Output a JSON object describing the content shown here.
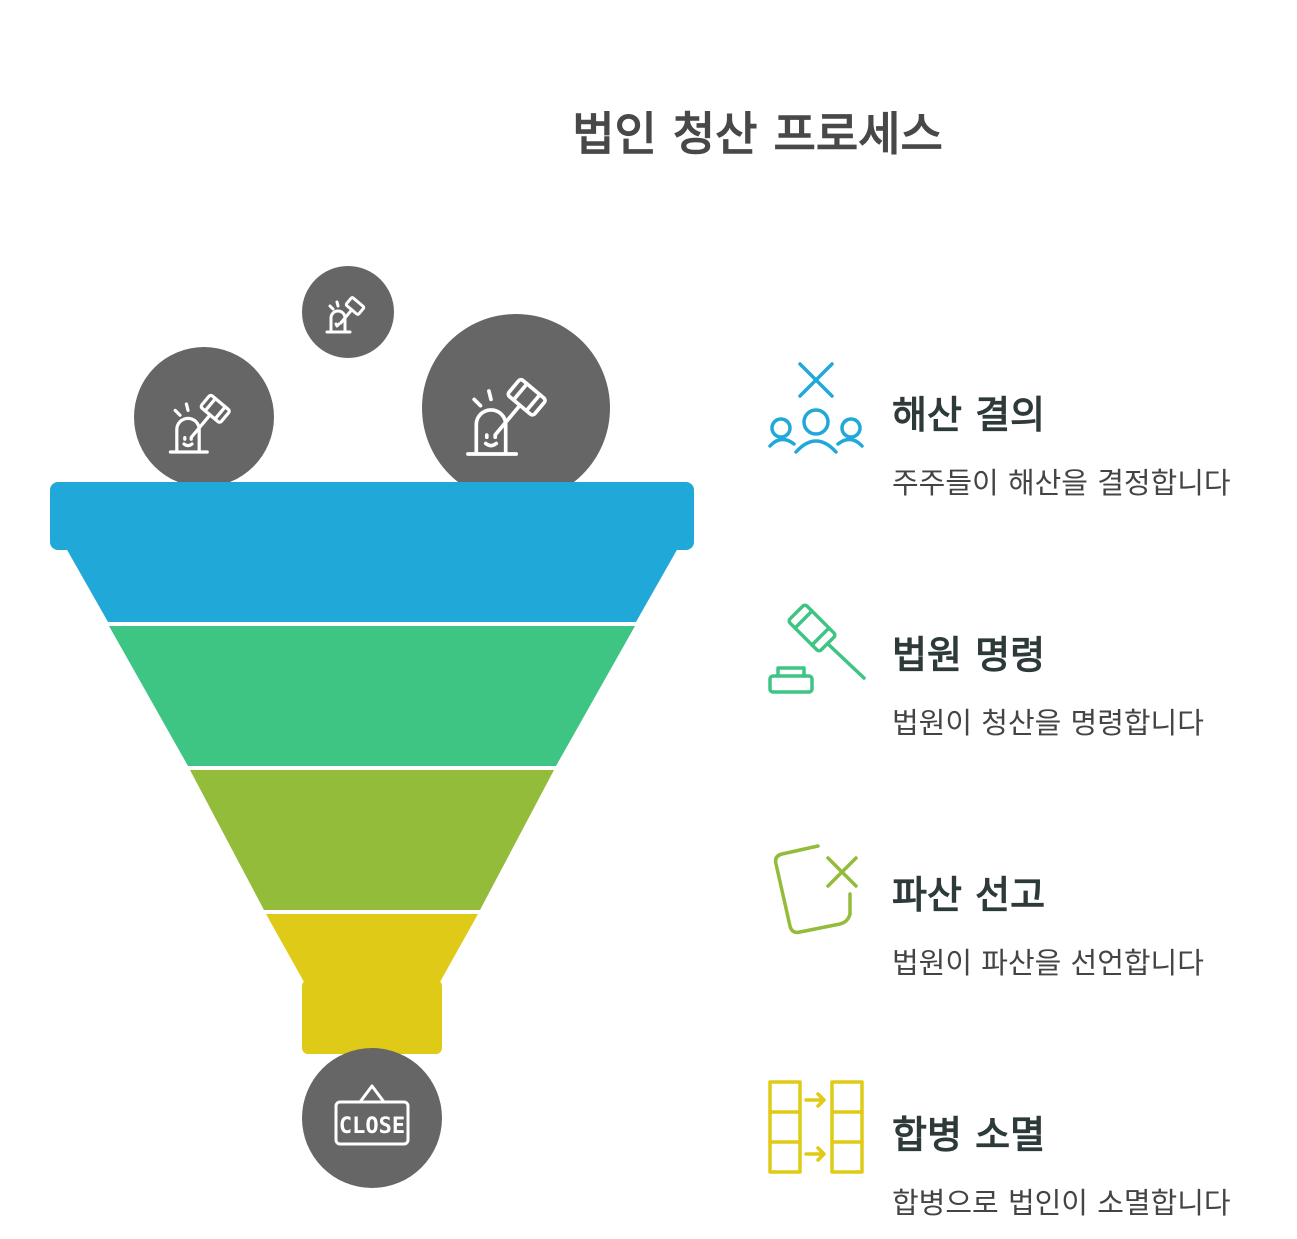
{
  "title": "법인 청산 프로세스",
  "colors": {
    "level1": "#20A8D8",
    "level2": "#3EC583",
    "level3": "#93BC3A",
    "level4": "#DFCB17",
    "circle": "#666666"
  },
  "funnel_icons": [
    "gavel-siren-icon",
    "gavel-siren-icon",
    "gavel-siren-icon"
  ],
  "bottom_icon": {
    "name": "close-sign-icon",
    "text": "CLOSE"
  },
  "steps": [
    {
      "icon": "people-cross-icon",
      "title": "해산 결의",
      "description": "주주들이 해산을 결정합니다",
      "color": "#20A8D8"
    },
    {
      "icon": "gavel-icon",
      "title": "법원 명령",
      "description": "법원이 청산을 명령합니다",
      "color": "#3EC583"
    },
    {
      "icon": "square-cross-icon",
      "title": "파산 선고",
      "description": "법원이 파산을 선언합니다",
      "color": "#93BC3A"
    },
    {
      "icon": "merge-columns-icon",
      "title": "합병 소멸",
      "description": "합병으로 법인이 소멸합니다",
      "color": "#DFCB17"
    }
  ]
}
